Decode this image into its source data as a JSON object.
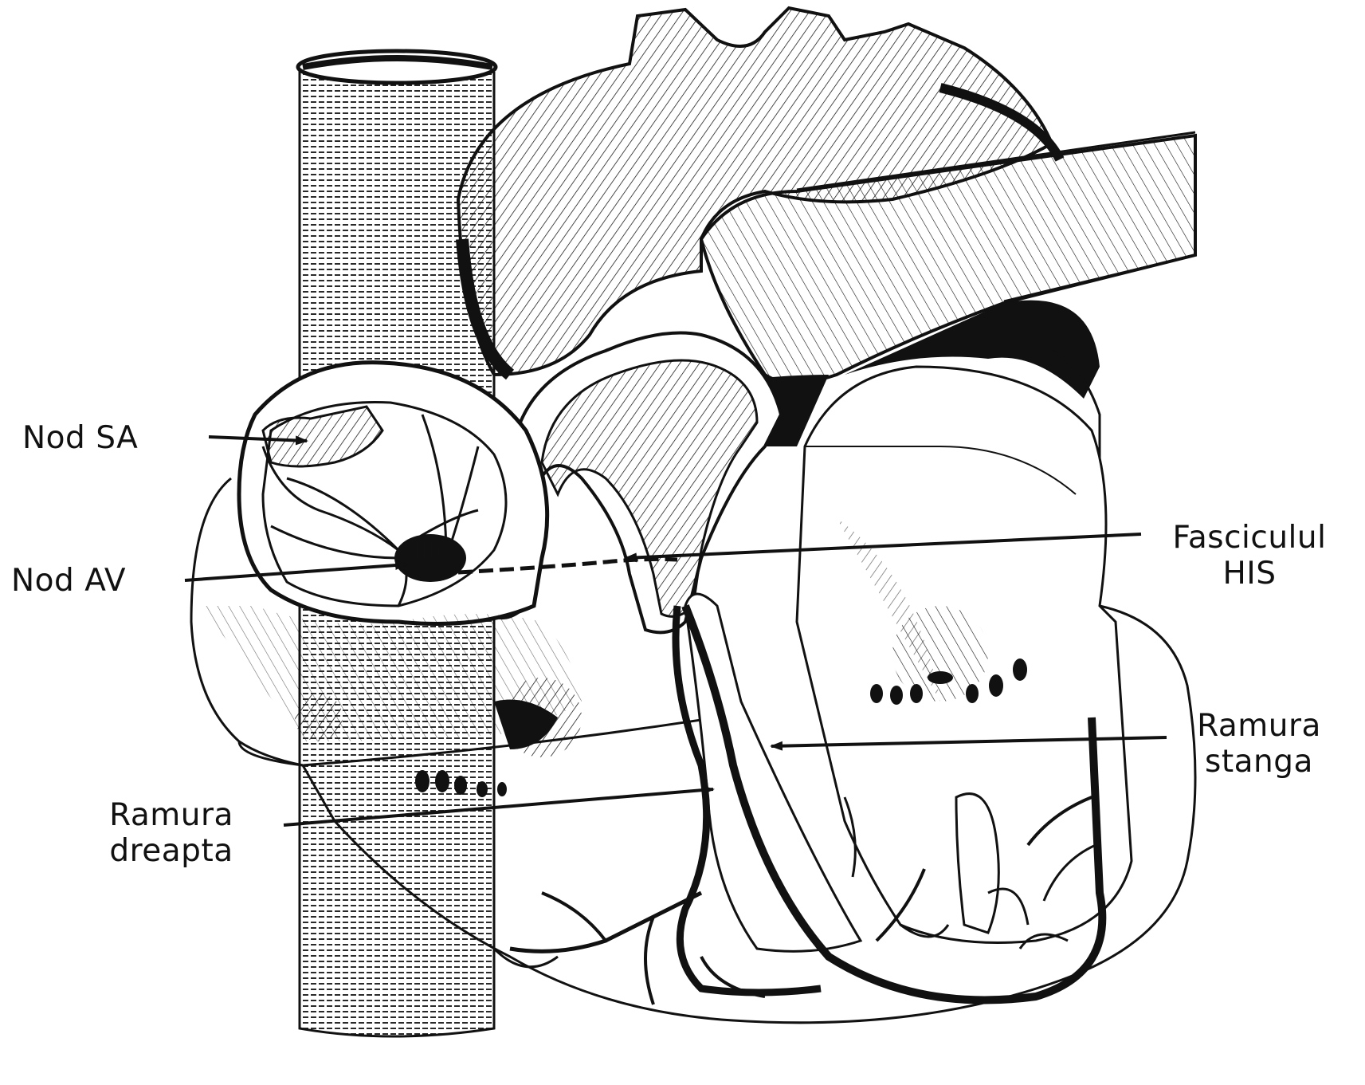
{
  "labels": {
    "nod_sa": "Nod SA",
    "nod_av": "Nod AV",
    "fascicul_line1": "Fasciculul",
    "fascicul_line2": "HIS",
    "ramura_stanga_line1": "Ramura",
    "ramura_stanga_line2": "stanga",
    "ramura_dreapta_line1": "Ramura",
    "ramura_dreapta_line2": "dreapta"
  },
  "colors": {
    "ink": "#111111",
    "paper": "#ffffff"
  }
}
